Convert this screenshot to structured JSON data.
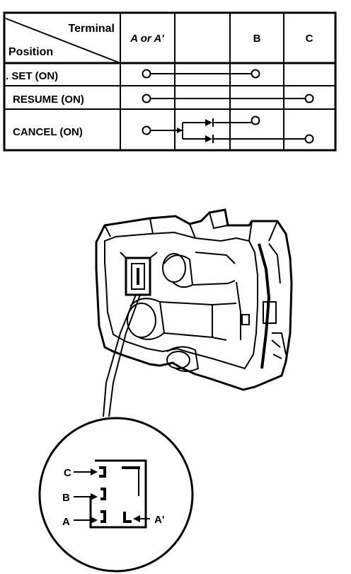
{
  "table": {
    "header_terminal": "Terminal",
    "header_position": "Position",
    "columns": [
      "A or A'",
      "",
      "B",
      "C"
    ],
    "rows": [
      {
        "label": ". SET (ON)",
        "connection": "A to B"
      },
      {
        "label": "RESUME (ON)",
        "connection": "A to C"
      },
      {
        "label": "CANCEL (ON)",
        "connection": "A via diodes to B and C"
      }
    ]
  },
  "connector": {
    "pins": [
      "C",
      "B",
      "A",
      "A'"
    ]
  }
}
